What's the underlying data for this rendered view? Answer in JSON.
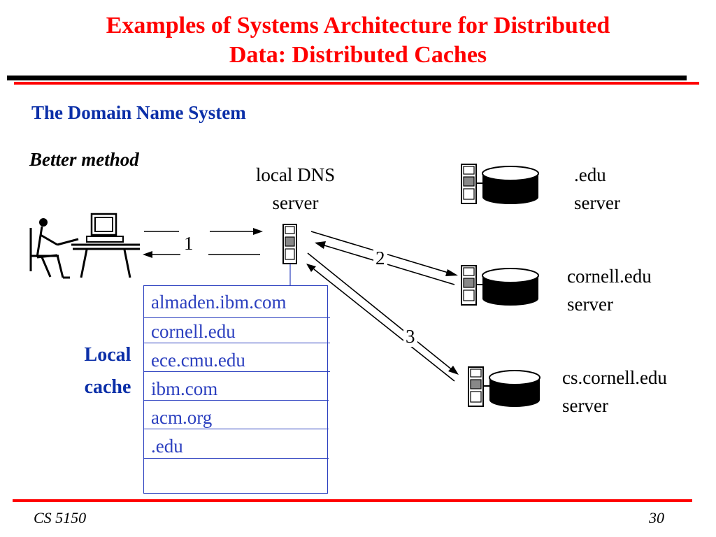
{
  "title": {
    "line1": "Examples of Systems Architecture for Distributed",
    "line2": "Data: Distributed Caches"
  },
  "subtitle": "The Domain Name System",
  "method_label": "Better method",
  "servers": {
    "local_dns": {
      "line1": "local DNS",
      "line2": "server"
    },
    "edu": {
      "line1": ".edu",
      "line2": "server"
    },
    "cornell": {
      "line1": "cornell.edu",
      "line2": "server"
    },
    "cs_cornell": {
      "line1": "cs.cornell.edu",
      "line2": "server"
    }
  },
  "steps": [
    "1",
    "2",
    "3"
  ],
  "local_cache": {
    "label_line1": "Local",
    "label_line2": "cache",
    "entries": [
      "almaden.ibm.com",
      "cornell.edu",
      "ece.cmu.edu",
      "ibm.com",
      "acm.org",
      ".edu"
    ]
  },
  "footer": {
    "course": "CS 5150",
    "page": "30"
  },
  "colors": {
    "title": "#ff0000",
    "heading": "#0b2fa8",
    "cache": "#2b3fbf",
    "rule_red": "#ff0000"
  }
}
